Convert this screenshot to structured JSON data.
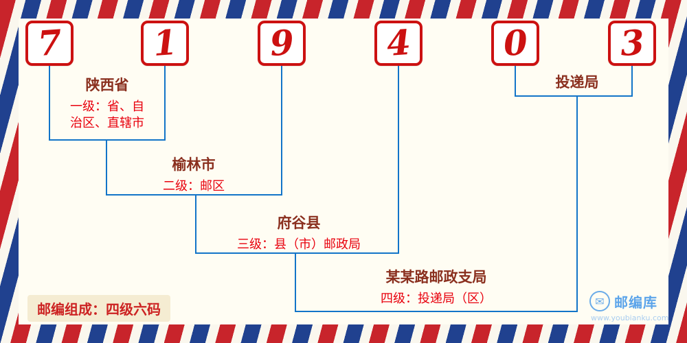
{
  "postal": {
    "code": "719403",
    "digits": [
      "7",
      "1",
      "9",
      "4",
      "0",
      "3"
    ]
  },
  "levels": [
    {
      "name": "陕西省",
      "desc": "一级：省、自治区、直辖市"
    },
    {
      "name": "榆林市",
      "desc": "二级：邮区"
    },
    {
      "name": "府谷县",
      "desc": "三级：县（市）邮政局"
    },
    {
      "name": "某某路邮政支局",
      "desc": "四级：投递局（区）"
    },
    {
      "name": "投递局",
      "desc": ""
    }
  ],
  "footer": {
    "composition": "邮编组成：四级六码"
  },
  "logo": {
    "brand": "邮编库",
    "url": "www.youbianku.com",
    "icon": "envelope-icon",
    "icon_glyph": "✉"
  },
  "colors": {
    "digit_red": "#cc1111",
    "line_blue": "#1274c8",
    "level_desc_red": "#e8000d",
    "place_name_red": "#8a2f1e",
    "border_red": "#c8242b",
    "border_blue": "#20418f",
    "logo_blue": "#5ba4ea"
  }
}
